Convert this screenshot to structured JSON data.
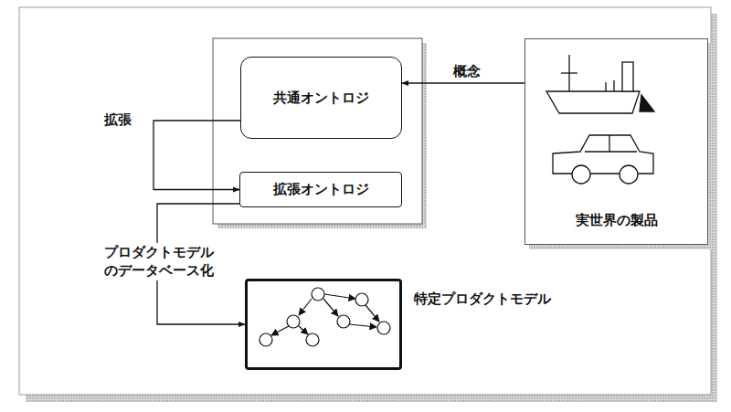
{
  "diagram": {
    "nodes": [
      {
        "text": [
          "共通オントロジ"
        ]
      },
      {
        "text": [
          "拡張オントロジ"
        ]
      },
      {
        "text": [
          "実世界の製品"
        ]
      },
      {
        "text": [
          "特定プロダクトモデル"
        ]
      }
    ],
    "edges": [
      {
        "from": 2,
        "to": 0,
        "label": "概念",
        "arrow": "to"
      },
      {
        "from": 0,
        "to": 1,
        "label": "拡張",
        "arrow": "to"
      },
      {
        "from": 1,
        "to": 3,
        "label": "プロダクトモデル のデータベース化",
        "arrow": "to"
      }
    ]
  }
}
